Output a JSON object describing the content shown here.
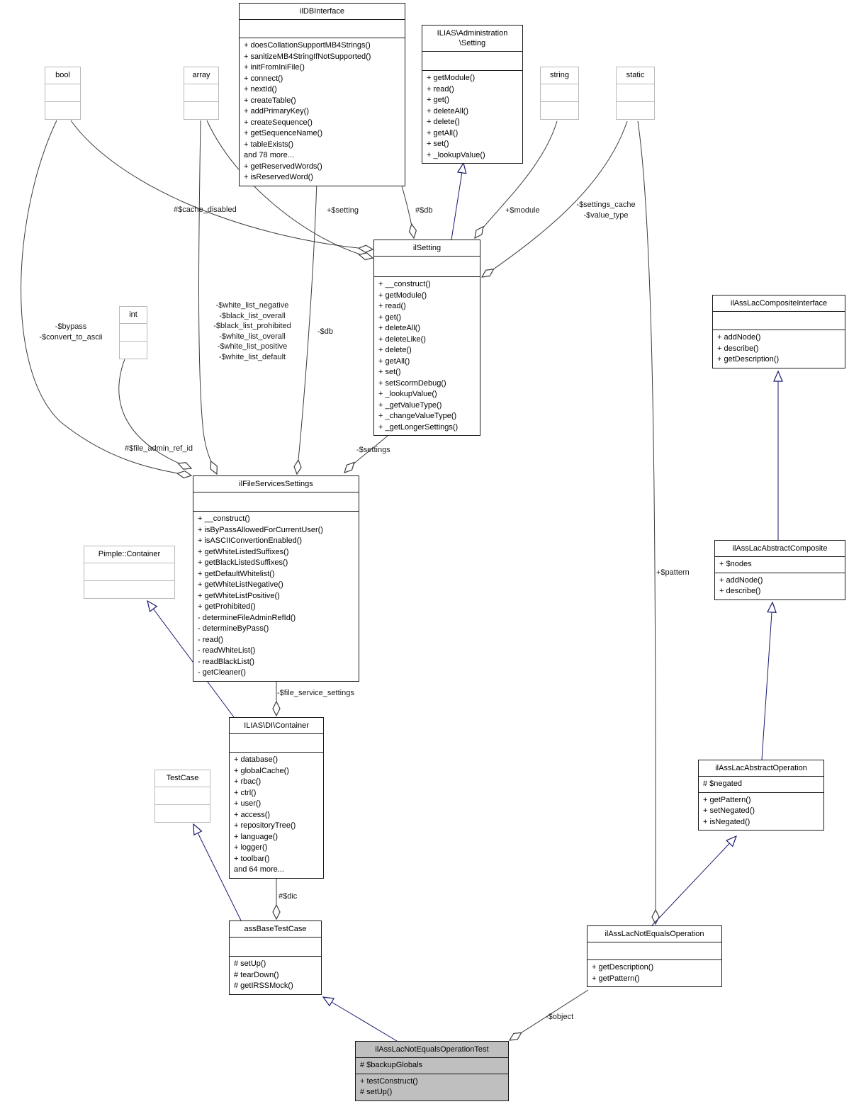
{
  "diagram": {
    "classes": {
      "ildbinterface": {
        "title": "ilDBInterface",
        "attributes": [],
        "methods": [
          "+ doesCollationSupportMB4Strings()",
          "+ sanitizeMB4StringIfNotSupported()",
          "+ initFromIniFile()",
          "+ connect()",
          "+ nextId()",
          "+ createTable()",
          "+ addPrimaryKey()",
          "+ createSequence()",
          "+ getSequenceName()",
          "+ tableExists()",
          "and 78 more...",
          "+ getReservedWords()",
          "+ isReservedWord()"
        ]
      },
      "administration_setting": {
        "title": "ILIAS\\Administration\n\\Setting",
        "attributes": [],
        "methods": [
          "+ getModule()",
          "+ read()",
          "+ get()",
          "+ deleteAll()",
          "+ delete()",
          "+ getAll()",
          "+ set()",
          "+ _lookupValue()"
        ]
      },
      "bool": {
        "title": "bool"
      },
      "array": {
        "title": "array"
      },
      "string": {
        "title": "string"
      },
      "static": {
        "title": "static"
      },
      "int": {
        "title": "int"
      },
      "ilsetting": {
        "title": "ilSetting",
        "attributes": [],
        "methods": [
          "+ __construct()",
          "+ getModule()",
          "+ read()",
          "+ get()",
          "+ deleteAll()",
          "+ deleteLike()",
          "+ delete()",
          "+ getAll()",
          "+ set()",
          "+ setScormDebug()",
          "+ _lookupValue()",
          "+ _getValueType()",
          "+ _changeValueType()",
          "+ _getLongerSettings()"
        ]
      },
      "composite_interface": {
        "title": "ilAssLacCompositeInterface",
        "attributes": [],
        "methods": [
          "+ addNode()",
          "+ describe()",
          "+ getDescription()"
        ]
      },
      "pimple_container": {
        "title": "Pimple::Container"
      },
      "file_services_settings": {
        "title": "ilFileServicesSettings",
        "attributes": [],
        "methods": [
          "+ __construct()",
          "+ isByPassAllowedForCurrentUser()",
          "+ isASCIIConvertionEnabled()",
          "+ getWhiteListedSuffixes()",
          "+ getBlackListedSuffixes()",
          "+ getDefaultWhitelist()",
          "+ getWhiteListNegative()",
          "+ getWhiteListPositive()",
          "+ getProhibited()",
          "- determineFileAdminRefId()",
          "- determineByPass()",
          "- read()",
          "- readWhiteList()",
          "- readBlackList()",
          "- getCleaner()"
        ]
      },
      "abstract_composite": {
        "title": "ilAssLacAbstractComposite",
        "attributes": [
          "+ $nodes"
        ],
        "methods": [
          "+ addNode()",
          "+ describe()"
        ]
      },
      "di_container": {
        "title": "ILIAS\\DI\\Container",
        "attributes": [],
        "methods": [
          "+ database()",
          "+ globalCache()",
          "+ rbac()",
          "+ ctrl()",
          "+ user()",
          "+ access()",
          "+ repositoryTree()",
          "+ language()",
          "+ logger()",
          "+ toolbar()",
          "and 64 more..."
        ]
      },
      "testcase": {
        "title": "TestCase"
      },
      "abstract_operation": {
        "title": "ilAssLacAbstractOperation",
        "attributes": [
          "# $negated"
        ],
        "methods": [
          "+ getPattern()",
          "+ setNegated()",
          "+ isNegated()"
        ]
      },
      "ass_base_testcase": {
        "title": "assBaseTestCase",
        "attributes": [],
        "methods": [
          "# setUp()",
          "# tearDown()",
          "# getIRSSMock()"
        ]
      },
      "not_equals_operation": {
        "title": "ilAssLacNotEqualsOperation",
        "attributes": [],
        "methods": [
          "+ getDescription()",
          "+ getPattern()"
        ]
      },
      "not_equals_operation_test": {
        "title": "ilAssLacNotEqualsOperationTest",
        "attributes": [
          "# $backupGlobals"
        ],
        "methods": [
          "+ testConstruct()",
          "# setUp()"
        ]
      }
    },
    "edge_labels": {
      "cache_disabled": "#$cache_disabled",
      "setting": "+$setting",
      "db": "#$db",
      "module": "+$module",
      "settings_cache": "-$settings_cache\n-$value_type",
      "bypass": "-$bypass\n-$convert_to_ascii",
      "white_lists": "-$white_list_negative\n-$black_list_overall\n-$black_list_prohibited\n-$white_list_overall\n-$white_list_positive\n-$white_list_default",
      "db2": "-$db",
      "file_admin_ref_id": "#$file_admin_ref_id",
      "settings": "-$settings",
      "file_service_settings": "-$file_service_settings",
      "dic": "#$dic",
      "pattern": "+$pattern",
      "object": "-$object"
    },
    "colors": {
      "highlight_fill": "#bfbfbf",
      "inheritance": "#191970",
      "aggregation": "#3c3c3c"
    }
  }
}
